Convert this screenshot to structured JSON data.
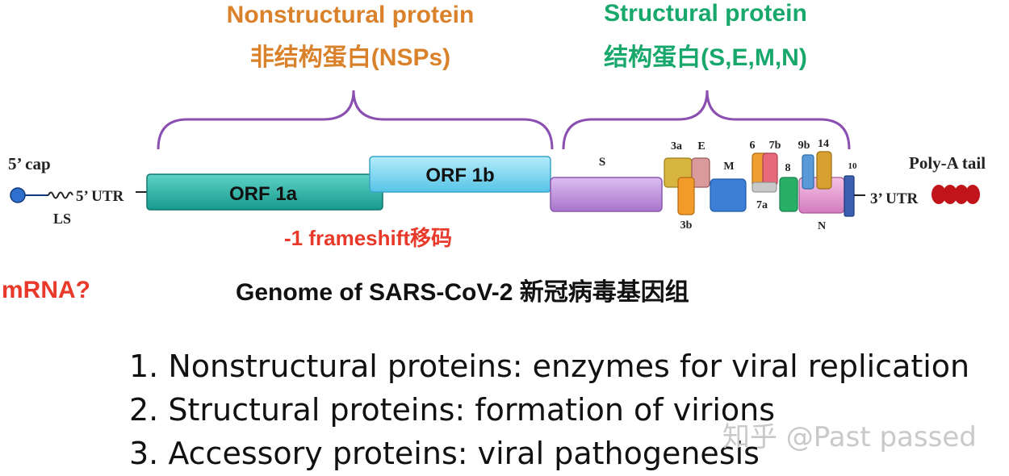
{
  "nonstructural": {
    "title_en": "Nonstructural protein",
    "title_zh": "非结构蛋白(NSPs)"
  },
  "structural": {
    "title_en": "Structural protein",
    "title_zh": "结构蛋白(S,E,M,N)"
  },
  "genome": {
    "cap_label": "5’ cap",
    "ls_label": "LS",
    "utr5_label": "5’ UTR",
    "orf1a_label": "ORF 1a",
    "orf1b_label": "ORF 1b",
    "frameshift_label": "-1 frameshift移码",
    "s_label": "S",
    "label_3a": "3a",
    "label_e": "E",
    "label_3b": "3b",
    "label_m": "M",
    "label_6": "6",
    "label_7b": "7b",
    "label_8": "8",
    "label_7a": "7a",
    "label_9b": "9b",
    "label_14": "14",
    "label_10": "10",
    "label_n": "N",
    "utr3_label": "3’ UTR",
    "polya_label": "Poly-A tail"
  },
  "mrna_label": "mRNA?",
  "caption": "Genome of SARS-CoV-2  新冠病毒基因组",
  "list": [
    "1. Nonstructural proteins: enzymes for viral replication",
    "2. Structural proteins: formation of virions",
    "3. Accessory proteins: viral pathogenesis"
  ],
  "watermark": "知乎 @Past passed",
  "colors": {
    "nsp": "#d9822b",
    "sp": "#18a86b",
    "bracket": "#8a4fb0",
    "orf1a": "#2bb6a8",
    "orf1b": "#7fd8f0",
    "s_gene": "#c79be0",
    "m_gene": "#3d7fd6",
    "n_gene": "#e59ad0",
    "polya": "#c0141a",
    "red_text": "#e8392a"
  }
}
